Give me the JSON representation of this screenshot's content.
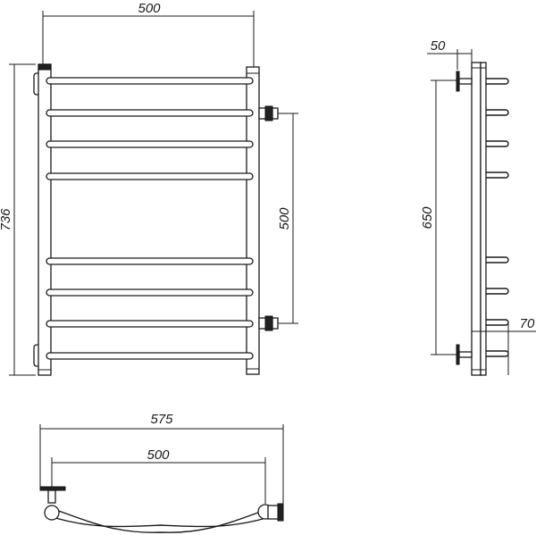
{
  "front_view": {
    "overall_width": "500",
    "overall_height": "736",
    "connection_spacing": "500"
  },
  "side_view": {
    "wall_offset": "50",
    "mount_spacing": "650",
    "bar_depth": "70"
  },
  "top_view": {
    "overall_length": "575",
    "connection_spacing": "500"
  },
  "colors": {
    "line": "#1a1a1a",
    "background": "#ffffff"
  }
}
